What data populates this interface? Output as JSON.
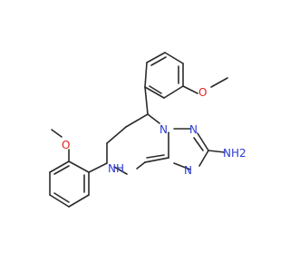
{
  "atoms": {
    "o_top": "O",
    "o_left": "O",
    "n1": "N",
    "n2": "N",
    "n3": "N",
    "nh": "NH",
    "nh2": "NH2"
  },
  "colors": {
    "bond": "#2b2b2b",
    "oxygen": "#e0201b",
    "nitrogen": "#2a3bd6",
    "background": "#ffffff"
  }
}
